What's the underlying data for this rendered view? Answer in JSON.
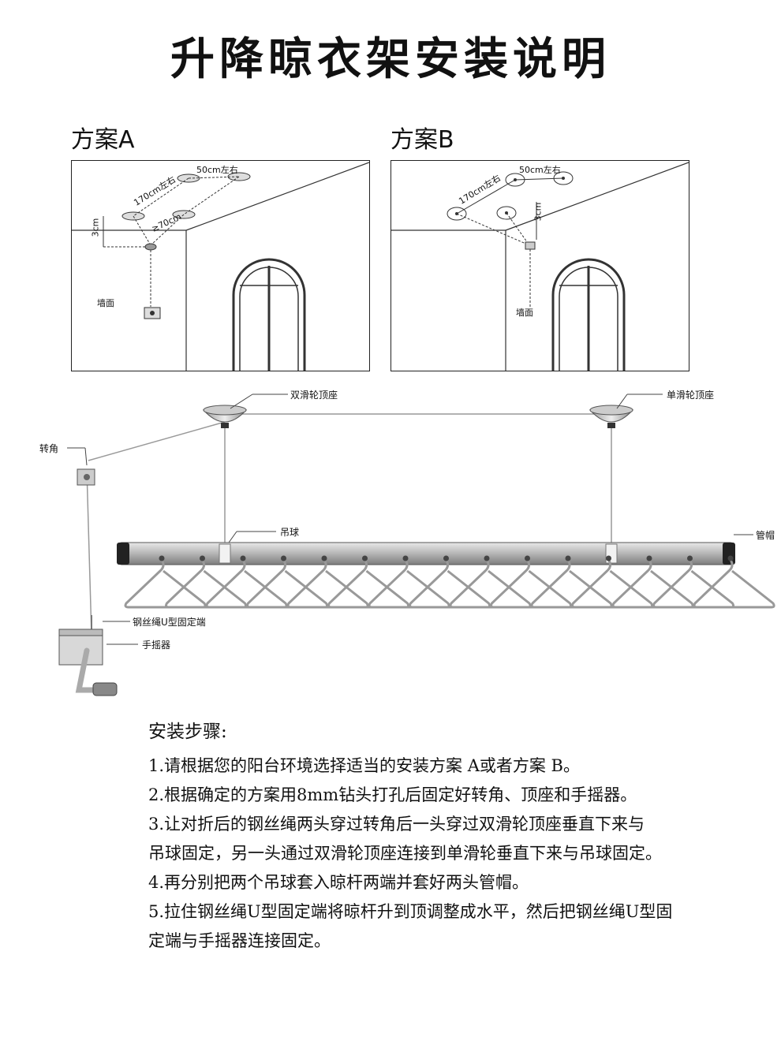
{
  "title": "升降晾衣架安装说明",
  "plan_a": {
    "label": "方案A",
    "dim_width": "50cm左右",
    "dim_length": "170cm左右",
    "dim_spacing": "≥70cm",
    "dim_drop": "3cm",
    "wall_label": "墙面"
  },
  "plan_b": {
    "label": "方案B",
    "dim_width": "50cm左右",
    "dim_length": "170cm左右",
    "dim_drop": "3cm",
    "wall_label": "墙面"
  },
  "parts": {
    "double_pulley": "双滑轮顶座",
    "single_pulley": "单滑轮顶座",
    "corner": "转角",
    "hanging_ball": "吊球",
    "pipe_cap": "管帽",
    "u_clamp": "钢丝绳U型固定端",
    "crank": "手摇器"
  },
  "steps": {
    "heading": "安装步骤:",
    "lines": [
      "1.请根据您的阳台环境选择适当的安装方案 A或者方案 B。",
      "2.根据确定的方案用8mm钻头打孔后固定好转角、顶座和手摇器。",
      "3.让对折后的钢丝绳两头穿过转角后一头穿过双滑轮顶座垂直下来与",
      "吊球固定，另一头通过双滑轮顶座连接到单滑轮垂直下来与吊球固定。",
      "4.再分别把两个吊球套入晾杆两端并套好两头管帽。",
      "5.拉住钢丝绳U型固定端将晾杆升到顶调整成水平，然后把钢丝绳U型固",
      "定端与手摇器连接固定。"
    ]
  },
  "hanger_count": 15
}
